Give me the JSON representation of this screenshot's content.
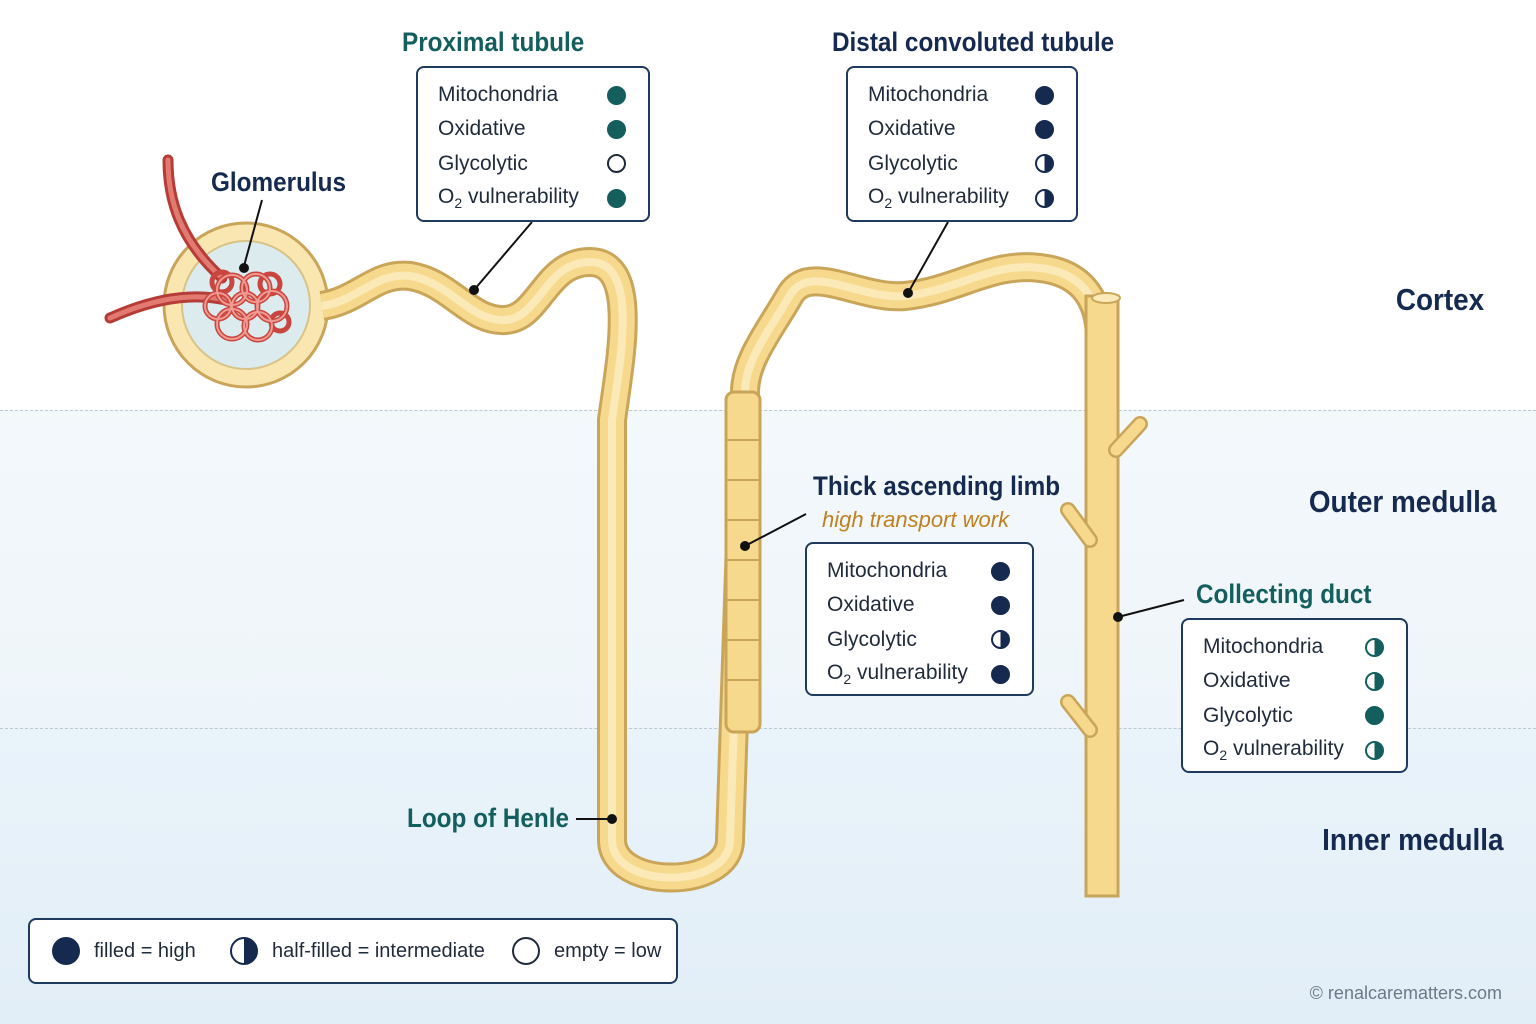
{
  "zones": {
    "cortex": "Cortex",
    "outer_medulla": "Outer medulla",
    "inner_medulla": "Inner medulla"
  },
  "labels": {
    "glomerulus": "Glomerulus",
    "proximal": "Proximal tubule",
    "distal": "Distal convoluted tubule",
    "thick": "Thick ascending limb",
    "thick_sub": "high transport work",
    "collecting": "Collecting duct",
    "loop": "Loop of Henle"
  },
  "properties": {
    "mitochondria": "Mitochondria",
    "oxidative": "Oxidative",
    "glycolytic": "Glycolytic",
    "o2_prefix": "O",
    "o2_sub": "2",
    "o2_suffix": " vulnerability"
  },
  "segments": {
    "proximal": {
      "mitochondria": "high",
      "oxidative": "high",
      "glycolytic": "low",
      "o2_vulnerability": "high",
      "color": "#145f5d"
    },
    "distal": {
      "mitochondria": "high",
      "oxidative": "high",
      "glycolytic": "intermediate",
      "o2_vulnerability": "intermediate",
      "color": "#16294f"
    },
    "thick": {
      "mitochondria": "high",
      "oxidative": "high",
      "glycolytic": "intermediate",
      "o2_vulnerability": "high",
      "color": "#16294f"
    },
    "collecting": {
      "mitochondria": "intermediate",
      "oxidative": "intermediate",
      "glycolytic": "high",
      "o2_vulnerability": "intermediate",
      "color": "#145f5d"
    }
  },
  "legend": {
    "high": "filled = high",
    "intermediate": "half-filled = intermediate",
    "low": "empty = low"
  },
  "credit": "© renalcarematters.com",
  "colors": {
    "navy": "#16294f",
    "teal": "#145f5d",
    "tubule": "#f6d98c",
    "vessel": "#d9534f"
  }
}
